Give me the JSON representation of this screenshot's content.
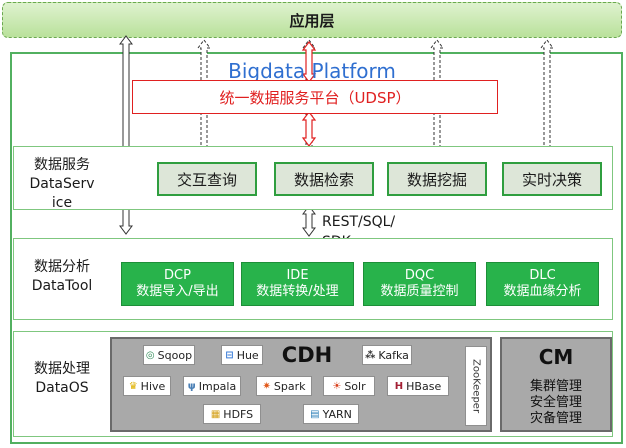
{
  "app_layer": {
    "label": "应用层"
  },
  "platform": {
    "title": "Bigdata Platform"
  },
  "udsp": {
    "label": "统一数据服务平台（UDSP）"
  },
  "layers": {
    "service": {
      "label_cn": "数据服务",
      "label_en_1": "DataServ",
      "label_en_2": "ice",
      "items": [
        "交互查询",
        "数据检索",
        "数据挖掘",
        "实时决策"
      ]
    },
    "tool": {
      "label_cn": "数据分析",
      "label_en": "DataTool",
      "items": [
        {
          "code": "DCP",
          "desc": "数据导入/导出"
        },
        {
          "code": "IDE",
          "desc": "数据转换/处理"
        },
        {
          "code": "DQC",
          "desc": "数据质量控制"
        },
        {
          "code": "DLC",
          "desc": "数据血缘分析"
        }
      ]
    },
    "os": {
      "label_cn": "数据处理",
      "label_en": "DataOS",
      "cdh_title": "CDH",
      "components": [
        "Sqoop",
        "Hue",
        "Kafka",
        "Hive",
        "Impala",
        "Spark",
        "Solr",
        "HBase",
        "HDFS",
        "YARN"
      ],
      "zookeeper": "ZooKeeper"
    },
    "cm": {
      "title": "CM",
      "items": [
        "集群管理",
        "安全管理",
        "灾备管理"
      ]
    }
  },
  "connector": {
    "line1": "REST/SQL/",
    "line2": "SDK"
  },
  "colors": {
    "frame_green": "#52b060",
    "tool_green": "#28b34b",
    "udsp_red": "#e02020",
    "title_blue": "#2f6fd0"
  }
}
